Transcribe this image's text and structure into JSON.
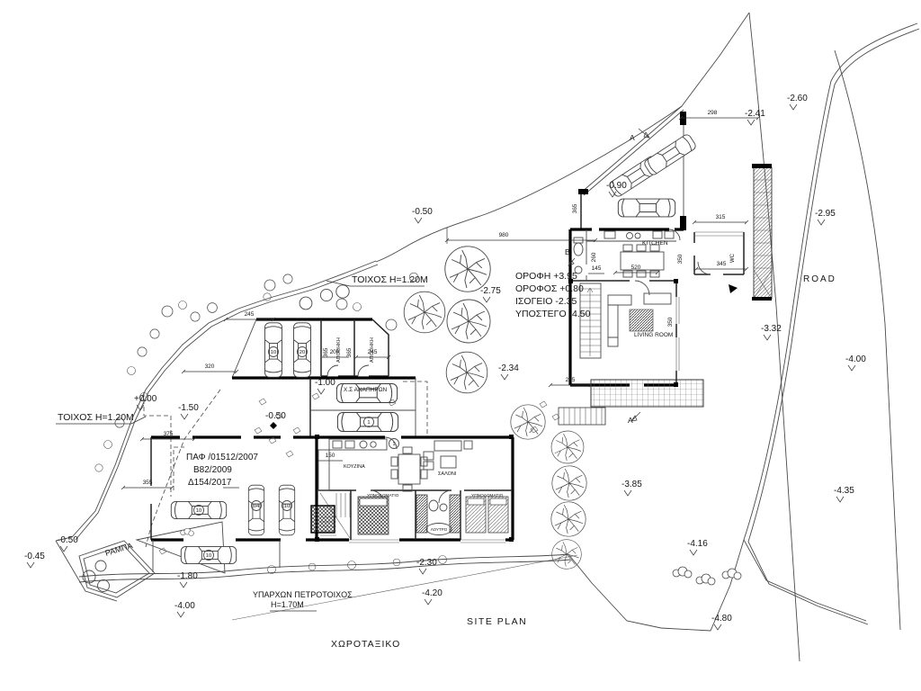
{
  "titles": {
    "site_plan": "SITE PLAN",
    "subtitle": "ΧΩΡΟΤΑΞΙΚΟ",
    "road": "ROAD"
  },
  "walls": {
    "top": "ΤΟΙΧΟΣ  Η=1.20Μ",
    "left": "ΤΟΙΧΟΣ  Η=1.20Μ",
    "stone_line1": "ΥΠΑΡΧΩΝ  ΠΕΤΡΟΤΟΙΧΟΣ",
    "stone_line2": "Η=1.70Μ"
  },
  "levels": {
    "roof": "ΟΡΟΦΗ  +3.95",
    "floor": "ΟΡΟΦΟΣ  +0.80",
    "ground": "ΙΣΟΓΕΙΟ  -2.35",
    "shelter": "ΥΠΟΣΤΕΓΟ  -4.50"
  },
  "permits": {
    "l1": "ΠΑΦ  /01512/2007",
    "l2": "Β82/2009",
    "l3": "Δ154/2017"
  },
  "rooms": {
    "kitchen_en": "KITCHEN",
    "living_en": "LIVING ROOM",
    "wc": "WC",
    "kitchen_gr": "ΚΟΥΖΙΝΑ",
    "salon": "ΣΑΛΟΝΙ",
    "bedroom_a": "ΥΠΝΟΔΩΜΑΤΙΟ",
    "bedroom_b": "ΥΠΝΟΔΩΜΑΤΙΟ",
    "bath": "ΛΟΥΤΡΟ",
    "storage_a": "ΑΠΟΘΗΚΗ",
    "storage_b": "ΑΠΟΘΗΚΗ"
  },
  "site": {
    "ramp": "ΡΑΜΠΑ",
    "disabled_parking": "Χ.Σ ΑΝΑΠΗΡΩΝ"
  },
  "sections": {
    "a1": "A",
    "a2": "A",
    "b": "B"
  },
  "elevations": [
    {
      "value": "-2.60"
    },
    {
      "value": "-2.41"
    },
    {
      "value": "-2.95"
    },
    {
      "value": "-3.32"
    },
    {
      "value": "-4.00"
    },
    {
      "value": "-4.35"
    },
    {
      "value": "-4.80"
    },
    {
      "value": "-4.16"
    },
    {
      "value": "-3.85"
    },
    {
      "value": "-4.20"
    },
    {
      "value": "-2.30"
    },
    {
      "value": "-1.80"
    },
    {
      "value": "-4.00"
    },
    {
      "value": "-0.45"
    },
    {
      "value": "-0.50"
    },
    {
      "value": "-0.50"
    },
    {
      "value": "-1.50"
    },
    {
      "value": "+0.00"
    },
    {
      "value": "-1.00"
    },
    {
      "value": "-0.90"
    },
    {
      "value": "-0.50"
    },
    {
      "value": "-2.75"
    },
    {
      "value": "-2.34"
    }
  ],
  "dims": [
    {
      "value": "298"
    },
    {
      "value": "315"
    },
    {
      "value": "345"
    },
    {
      "value": "980"
    },
    {
      "value": "245"
    },
    {
      "value": "320"
    },
    {
      "value": "375"
    },
    {
      "value": "355"
    },
    {
      "value": "245"
    },
    {
      "value": "200"
    },
    {
      "value": "520"
    },
    {
      "value": "145"
    },
    {
      "value": "150"
    },
    {
      "value": "245"
    },
    {
      "value": "365"
    },
    {
      "value": "365"
    },
    {
      "value": "350"
    },
    {
      "value": "350"
    },
    {
      "value": "260"
    },
    {
      "value": "365"
    }
  ],
  "parking": [
    {
      "value": "10"
    },
    {
      "value": "20"
    },
    {
      "value": "1"
    },
    {
      "value": "10"
    },
    {
      "value": "04"
    },
    {
      "value": "10"
    },
    {
      "value": "10"
    },
    {
      "value": "1"
    }
  ]
}
